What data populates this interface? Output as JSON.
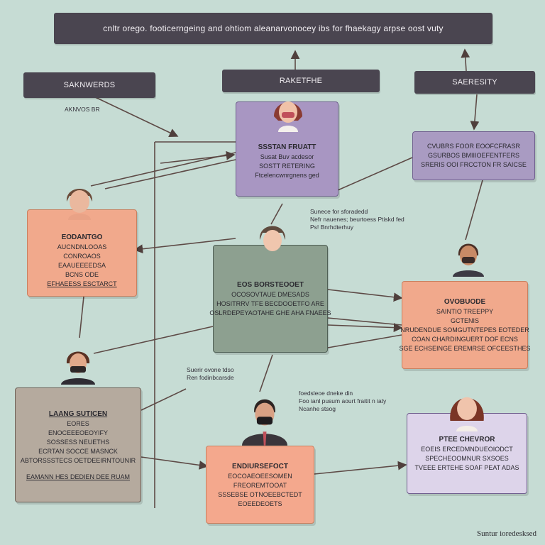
{
  "title": "cnltr orego. footicerngeing and ohtiom aleanarvonocey ibs for fhaekagy arpse oost vuty",
  "headers": {
    "left": "SAKNWERDS",
    "middle": "RAKETFHE",
    "right": "SAERESITY"
  },
  "notes": {
    "top_left": "AKNVOS BR",
    "center_right": [
      "Sunece for sforadedd",
      "Nefr nauenes; beurtoess Ptiskd fed",
      "Ps! Bnrhdterhuy"
    ],
    "center_left": [
      "Suerir ovone tdso",
      "Ren fodinbcarsde"
    ],
    "bottom_center": [
      "foedsleoe dneke din",
      "Foo ianl pusum aourt fraitit n iaty",
      "Ncanhe stsog"
    ]
  },
  "cards": {
    "purple_top": [
      "SSSTAN FRUATT",
      "Susat Buv acdesor",
      "SOSTT RETERING",
      "Ftcelencwnrgnens ged"
    ],
    "purple_right": [
      "CVUBRS FOOR EOOFCFRASR",
      "GSURBOS BMIIIOEFENTFERS",
      "SRERIS OOI FRCCTON FR SAICSE"
    ],
    "peach_left": [
      "EODANTGO",
      "AUCNDNLOOAS",
      "CONROAOS",
      "EAAUEEEEDSA",
      "BCNS ODE",
      "EFHAEESS ESCTARCT"
    ],
    "slate": [
      "EOS BORSTEOOET",
      "OCOSOVTAUE DMESADS",
      "HOSITRRV TFE BECDOOETFO ARE",
      "OSLRDEPEYAOTAHE GHE AHA FNAEES"
    ],
    "peach_right": [
      "OVOBUODE",
      "SAINTIO TREEPPY",
      "GCTENIS",
      "NRUDENDUE SOMGUTNTEPES EOTEDER",
      "COAN CHARDINGUERT DOF ECNS",
      "SGE ECHSEINGE EREMRSE OFCEESTHES"
    ],
    "gray": [
      "LAANG SUTICEN",
      "EORES",
      "ENOCEEEOEOYIFY",
      "SOSSESS NEUETHS",
      "ECRTAN SOCCE MASNCK",
      "ABTORSSSTECS OETDEEIRNTOUNIR"
    ],
    "gray_footer": "EAMANN HES DEDIEN DEE RUAM",
    "peach_bottom": [
      "ENDIURSEFOCT",
      "EOCOAEOEESOMEN",
      "FREOREMTOOAT",
      "SSSEBSE OTNOEEBCTEDT",
      "EOEEDEOETS"
    ],
    "lilac": [
      "PTEE CHEVROR",
      "EOEIS ERCEDMNDUEOIODCT",
      "SPECHEOOMNUR SXSOES",
      "TVEEE ERTEHE SOAF PEAT ADAS"
    ]
  },
  "footer": "Suntur ioredesksed",
  "colors": {
    "background": "#c6dcd4",
    "banner": "#4a4550",
    "purple": "#a896c2",
    "peach": "#f1a98c",
    "slate": "#8da090",
    "gray": "#b5aa9e",
    "lilac": "#ddd4ea",
    "wire": "#5d4a46"
  }
}
